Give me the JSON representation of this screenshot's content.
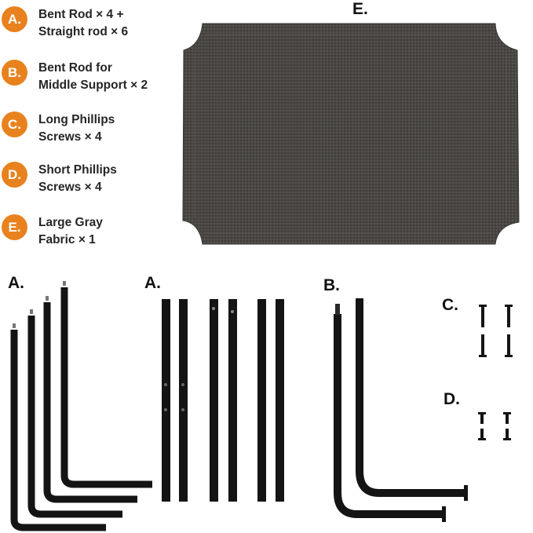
{
  "legend": [
    {
      "letter": "A.",
      "line1": "Bent Rod × 4 +",
      "line2": "Straight rod × 6"
    },
    {
      "letter": "B.",
      "line1": "Bent Rod for",
      "line2": "Middle Support × 2"
    },
    {
      "letter": "C.",
      "line1": "Long Phillips",
      "line2": "Screws × 4"
    },
    {
      "letter": "D.",
      "line1": "Short Phillips",
      "line2": "Screws × 4"
    },
    {
      "letter": "E.",
      "line1": "Large Gray",
      "line2": "Fabric × 1"
    }
  ],
  "labels": {
    "fabric": "E.",
    "bent_rods": "A.",
    "straight_rods": "A.",
    "middle_support": "B.",
    "long_screws": "C.",
    "short_screws": "D."
  },
  "colors": {
    "badge": "#e8821e",
    "fabric": "#4a4844",
    "rod": "#141414"
  }
}
